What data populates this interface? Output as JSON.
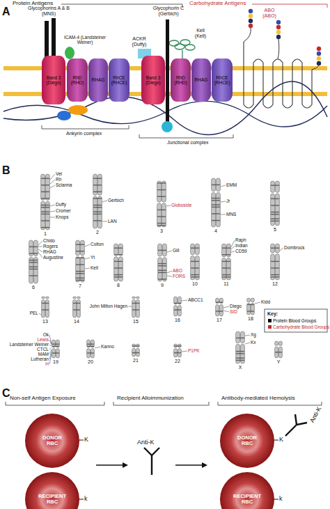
{
  "diagram": {
    "nodes": [
      {
        "text": [
          "Band 3 (Diego)"
        ]
      },
      {
        "text": [
          "RhD (RHD)"
        ]
      },
      {
        "text": [
          "RHAG"
        ]
      },
      {
        "text": [
          "RhCE (RHCE)"
        ]
      },
      {
        "text": [
          "Band 3 (Diego)"
        ]
      },
      {
        "text": [
          "RhD (RHD)"
        ]
      },
      {
        "text": [
          "RHAG"
        ]
      },
      {
        "text": [
          "RhCE (RHCE)"
        ]
      },
      {
        "text": [
          "DONOR RBC"
        ]
      },
      {
        "text": [
          "RECIPIENT RBC"
        ]
      },
      {
        "text": [
          "DONOR RBC"
        ]
      },
      {
        "text": [
          "RECIPIENT RBC"
        ]
      }
    ],
    "labels": [
      "A",
      "Protein Antigens",
      "Carbohydrate Antigens",
      "Glycophorins A & B (MNS)",
      "ICAM-4 (Landsteiner Weiner)",
      "Ankyrin complex",
      "Glycophorin C (Gerbich)",
      "Kell (Kell)",
      "ACKR (Duffy)",
      "Junctional complex",
      "ABO (ABO)",
      "B",
      "Vel",
      "Rh",
      "Scianna",
      "Duffy",
      "Cromer",
      "Knops",
      "Gerbich",
      "LAN",
      "Globoside",
      "EMM",
      "Jr",
      "MNS",
      "Chido",
      "Rogers",
      "RHAG",
      "Augustine",
      "Colton",
      "Yt",
      "Kell",
      "Gill",
      "ABO",
      "FORS",
      "Raph",
      "Indian",
      "CD59",
      "Dombrock",
      "PEL",
      "John Milton Hagen",
      "ABCC1",
      "Diego",
      "SID",
      "Kidd",
      "Ok",
      "Lewis",
      "Landsteiner Weiner",
      "CTCL",
      "MAM",
      "Lutheran",
      "H",
      "Kanno",
      "P1PK",
      "Xg",
      "Kx",
      "1",
      "2",
      "3",
      "4",
      "5",
      "6",
      "7",
      "8",
      "9",
      "10",
      "11",
      "12",
      "13",
      "14",
      "15",
      "16",
      "17",
      "18",
      "19",
      "20",
      "21",
      "22",
      "X",
      "Y",
      "Key:",
      "C",
      "Non-self Antigen Exposure",
      "Recipient Alloimmunization",
      "Antibody-mediated Hemolysis",
      "K",
      "k",
      "Anti-K",
      "K",
      "k",
      "Anti-K"
    ],
    "legend": [
      {
        "text": "Protein Blood Groups",
        "color": "#000000"
      },
      {
        "text": "Carbohydrate Blood Groups",
        "color": "#c0272d"
      }
    ]
  }
}
